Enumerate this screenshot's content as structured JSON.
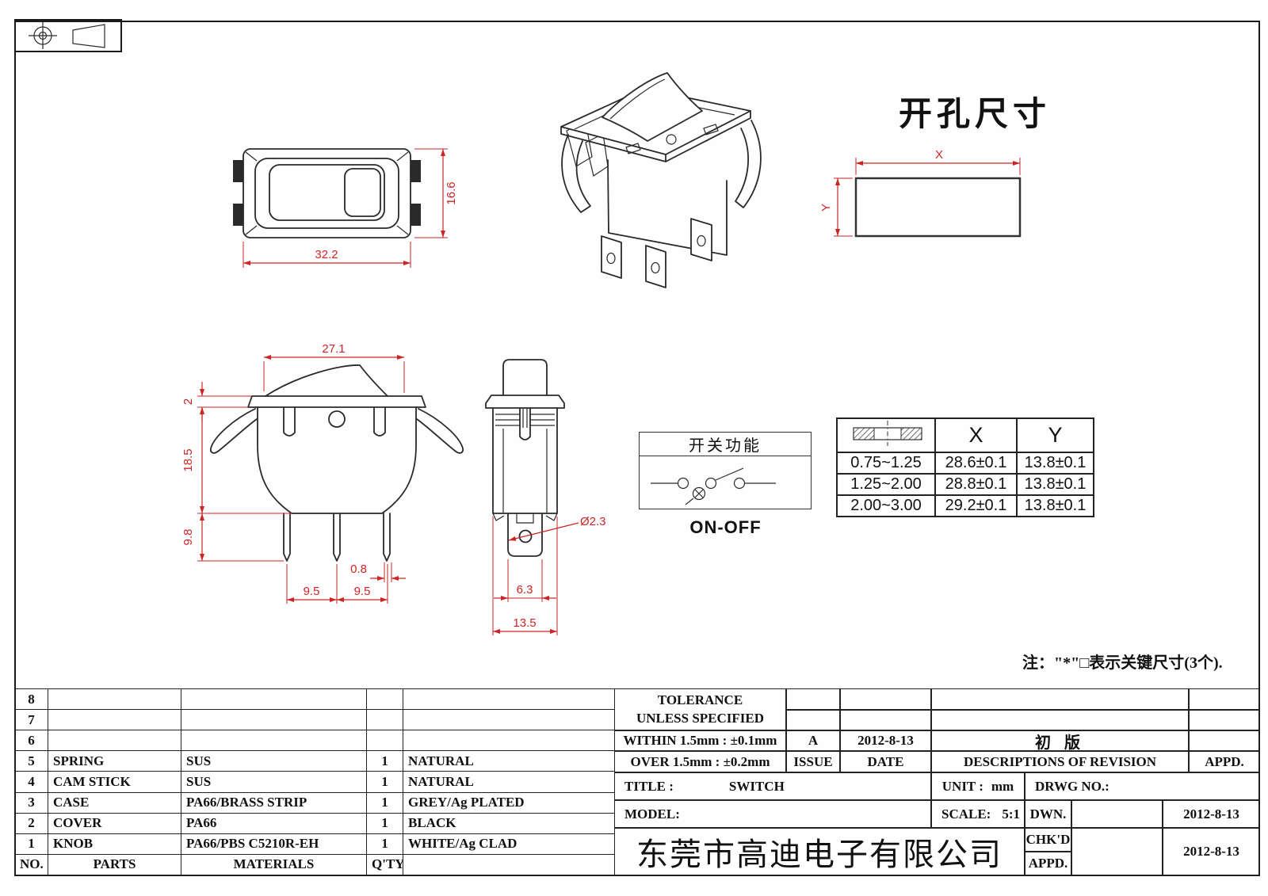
{
  "colors": {
    "dim_red": "#cf2424",
    "line_dark": "#2a2a2a"
  },
  "top_view": {
    "dim_width": "32.2",
    "dim_height": "16.6"
  },
  "front_view": {
    "dim_rocker_width": "27.1",
    "dim_flange_thickness": "2",
    "dim_body_height": "18.5",
    "dim_terminal_length": "9.8",
    "dim_terminal_thickness": "0.8",
    "dim_pitch_left": "9.5",
    "dim_pitch_right": "9.5"
  },
  "side_view": {
    "dim_hole": "Ø2.3",
    "dim_terminal_width": "6.3",
    "dim_body_width": "13.5"
  },
  "cutout": {
    "title": "开孔尺寸",
    "dim_x": "X",
    "dim_y": "Y"
  },
  "function_box": {
    "title": "开关功能",
    "mode_label": "ON-OFF"
  },
  "panel_table": {
    "header_x": "X",
    "header_y": "Y",
    "rows": [
      {
        "range": "0.75~1.25",
        "x": "28.6±0.1",
        "y": "13.8±0.1"
      },
      {
        "range": "1.25~2.00",
        "x": "28.8±0.1",
        "y": "13.8±0.1"
      },
      {
        "range": "2.00~3.00",
        "x": "29.2±0.1",
        "y": "13.8±0.1"
      }
    ]
  },
  "note": "注：\"*\"□表示关键尺寸(3个).",
  "bom": {
    "headers": {
      "no": "NO.",
      "parts": "PARTS",
      "materials": "MATERIALS",
      "qty": "Q'TY",
      "finish": ""
    },
    "rows": [
      {
        "no": "8",
        "parts": "",
        "materials": "",
        "qty": "",
        "finish": ""
      },
      {
        "no": "7",
        "parts": "",
        "materials": "",
        "qty": "",
        "finish": ""
      },
      {
        "no": "6",
        "parts": "",
        "materials": "",
        "qty": "",
        "finish": ""
      },
      {
        "no": "5",
        "parts": "SPRING",
        "materials": "SUS",
        "qty": "1",
        "finish": "NATURAL"
      },
      {
        "no": "4",
        "parts": "CAM STICK",
        "materials": "SUS",
        "qty": "1",
        "finish": "NATURAL"
      },
      {
        "no": "3",
        "parts": "CASE",
        "materials": "PA66/BRASS STRIP",
        "qty": "1",
        "finish": "GREY/Ag PLATED"
      },
      {
        "no": "2",
        "parts": "COVER",
        "materials": "PA66",
        "qty": "1",
        "finish": "BLACK"
      },
      {
        "no": "1",
        "parts": "KNOB",
        "materials": "PA66/PBS C5210R-EH",
        "qty": "1",
        "finish": "WHITE/Ag CLAD"
      }
    ]
  },
  "title_block": {
    "tolerance_line1": "TOLERANCE",
    "tolerance_line2": "UNLESS  SPECIFIED",
    "within": "WITHIN 1.5mm : ±0.1mm",
    "over": "OVER 1.5mm : ±0.2mm",
    "issue_value": "A",
    "issue_label": "ISSUE",
    "date_value": "2012-8-13",
    "date_label": "DATE",
    "revision_desc": "初  版",
    "desc_label": "DESCRIPTIONS OF REVISION",
    "appd_label": "APPD.",
    "title_label": "TITLE :",
    "title_value": "SWITCH",
    "unit_label": "UNIT :",
    "unit_value": "mm",
    "drwg_label": "DRWG NO.:",
    "model_label": "MODEL:",
    "scale_label": "SCALE:",
    "scale_value": "5:1",
    "dwn_label": "DWN.",
    "dwn_date": "2012-8-13",
    "chkd_label": "CHK'D",
    "appd2_label": "APPD.",
    "chkd_date": "2012-8-13",
    "company": "东莞市高迪电子有限公司"
  }
}
